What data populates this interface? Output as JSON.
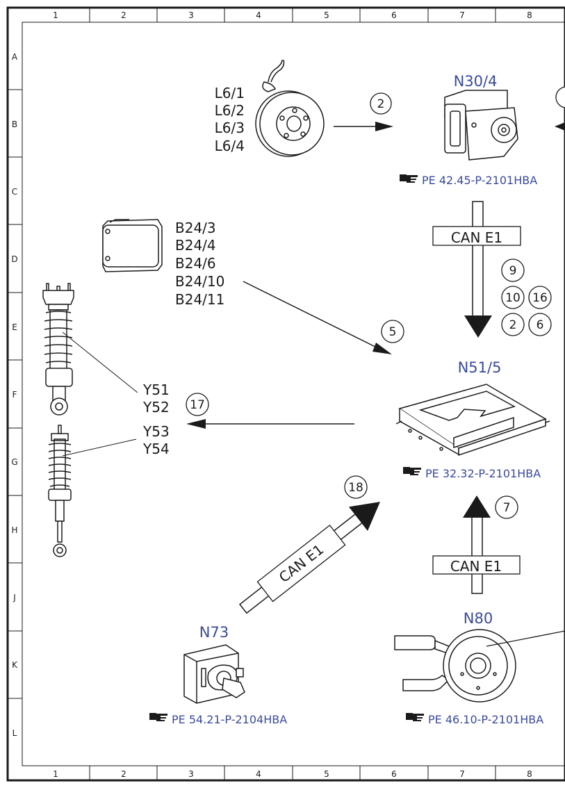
{
  "grid": {
    "columns": [
      "1",
      "2",
      "3",
      "4",
      "5",
      "6",
      "7",
      "8"
    ],
    "rows": [
      "A",
      "B",
      "C",
      "D",
      "E",
      "F",
      "G",
      "H",
      "J",
      "K",
      "L"
    ]
  },
  "components": {
    "wheel_sensor_labels": [
      "L6/1",
      "L6/2",
      "L6/3",
      "L6/4"
    ],
    "sensor_labels": [
      "B24/3",
      "B24/4",
      "B24/6",
      "B24/10",
      "B24/11"
    ],
    "valve_labels": [
      "Y51",
      "Y52",
      "Y53",
      "Y54"
    ],
    "n30_title": "N30/4",
    "n30_ref": "PE 42.45-P-2101HBA",
    "n51_title": "N51/5",
    "n51_ref": "PE 32.32-P-2101HBA",
    "n73_title": "N73",
    "n73_ref": "PE 54.21-P-2104HBA",
    "n80_title": "N80",
    "n80_ref": "PE 46.10-P-2101HBA"
  },
  "bus": {
    "top": "CAN E1",
    "right_bottom": "CAN E1",
    "diagonal": "CAN E1"
  },
  "signals": {
    "b2": "2",
    "b5": "5",
    "b9": "9",
    "b10": "10",
    "b16": "16",
    "b2b": "2",
    "b6": "6",
    "b17": "17",
    "b18": "18",
    "b7": "7"
  },
  "colors": {
    "title_blue": "#3a4a9c",
    "line": "#1a1a1a"
  }
}
